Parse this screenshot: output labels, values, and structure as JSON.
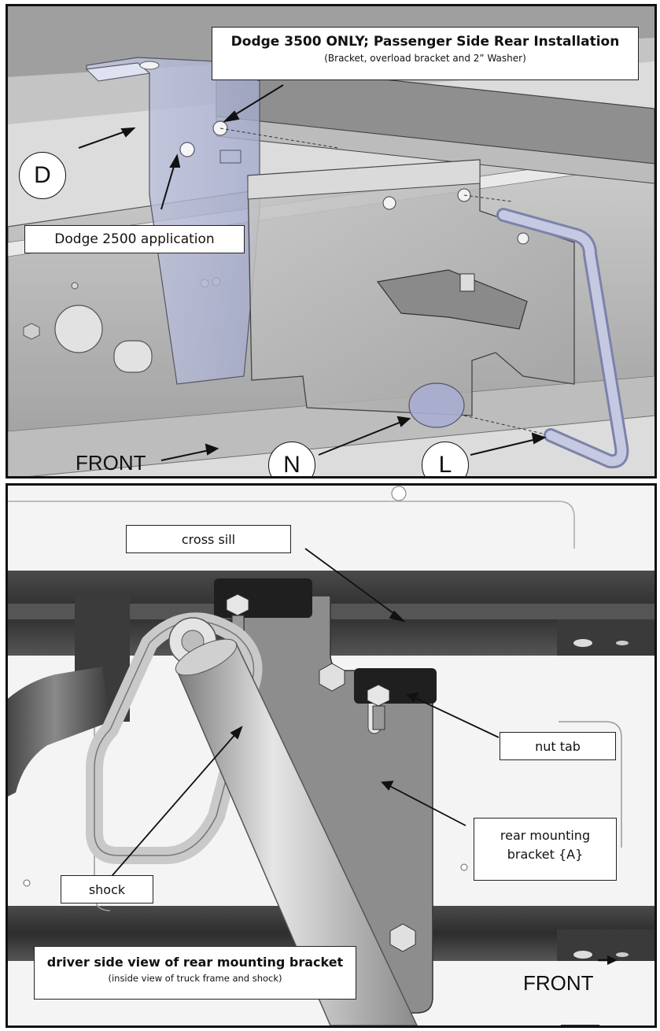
{
  "top_panel": {
    "title": "Dodge 3500 ONLY; Passenger Side Rear Installation",
    "subtitle": "(Bracket, overload bracket and 2” Washer)",
    "alt_label": "Dodge 2500 application",
    "part_labels": [
      "D",
      "N",
      "L"
    ],
    "direction_label": "FRONT"
  },
  "bottom_panel": {
    "labels": {
      "cross_sill": "cross sill",
      "nut_tab": "nut tab",
      "rear_bracket": "rear mounting bracket {A}",
      "shock": "shock"
    },
    "caption_title": "driver side view of rear mounting bracket",
    "caption_subtitle": "(inside view of truck frame and shock)",
    "direction_label": "FRONT"
  },
  "colors": {
    "frame": "#9a9a9a",
    "bracket_blue": "#b8bdd6",
    "washer_blue": "#a9aed3",
    "rod": "#b3b7d2",
    "dark": "#2b2b2b"
  }
}
